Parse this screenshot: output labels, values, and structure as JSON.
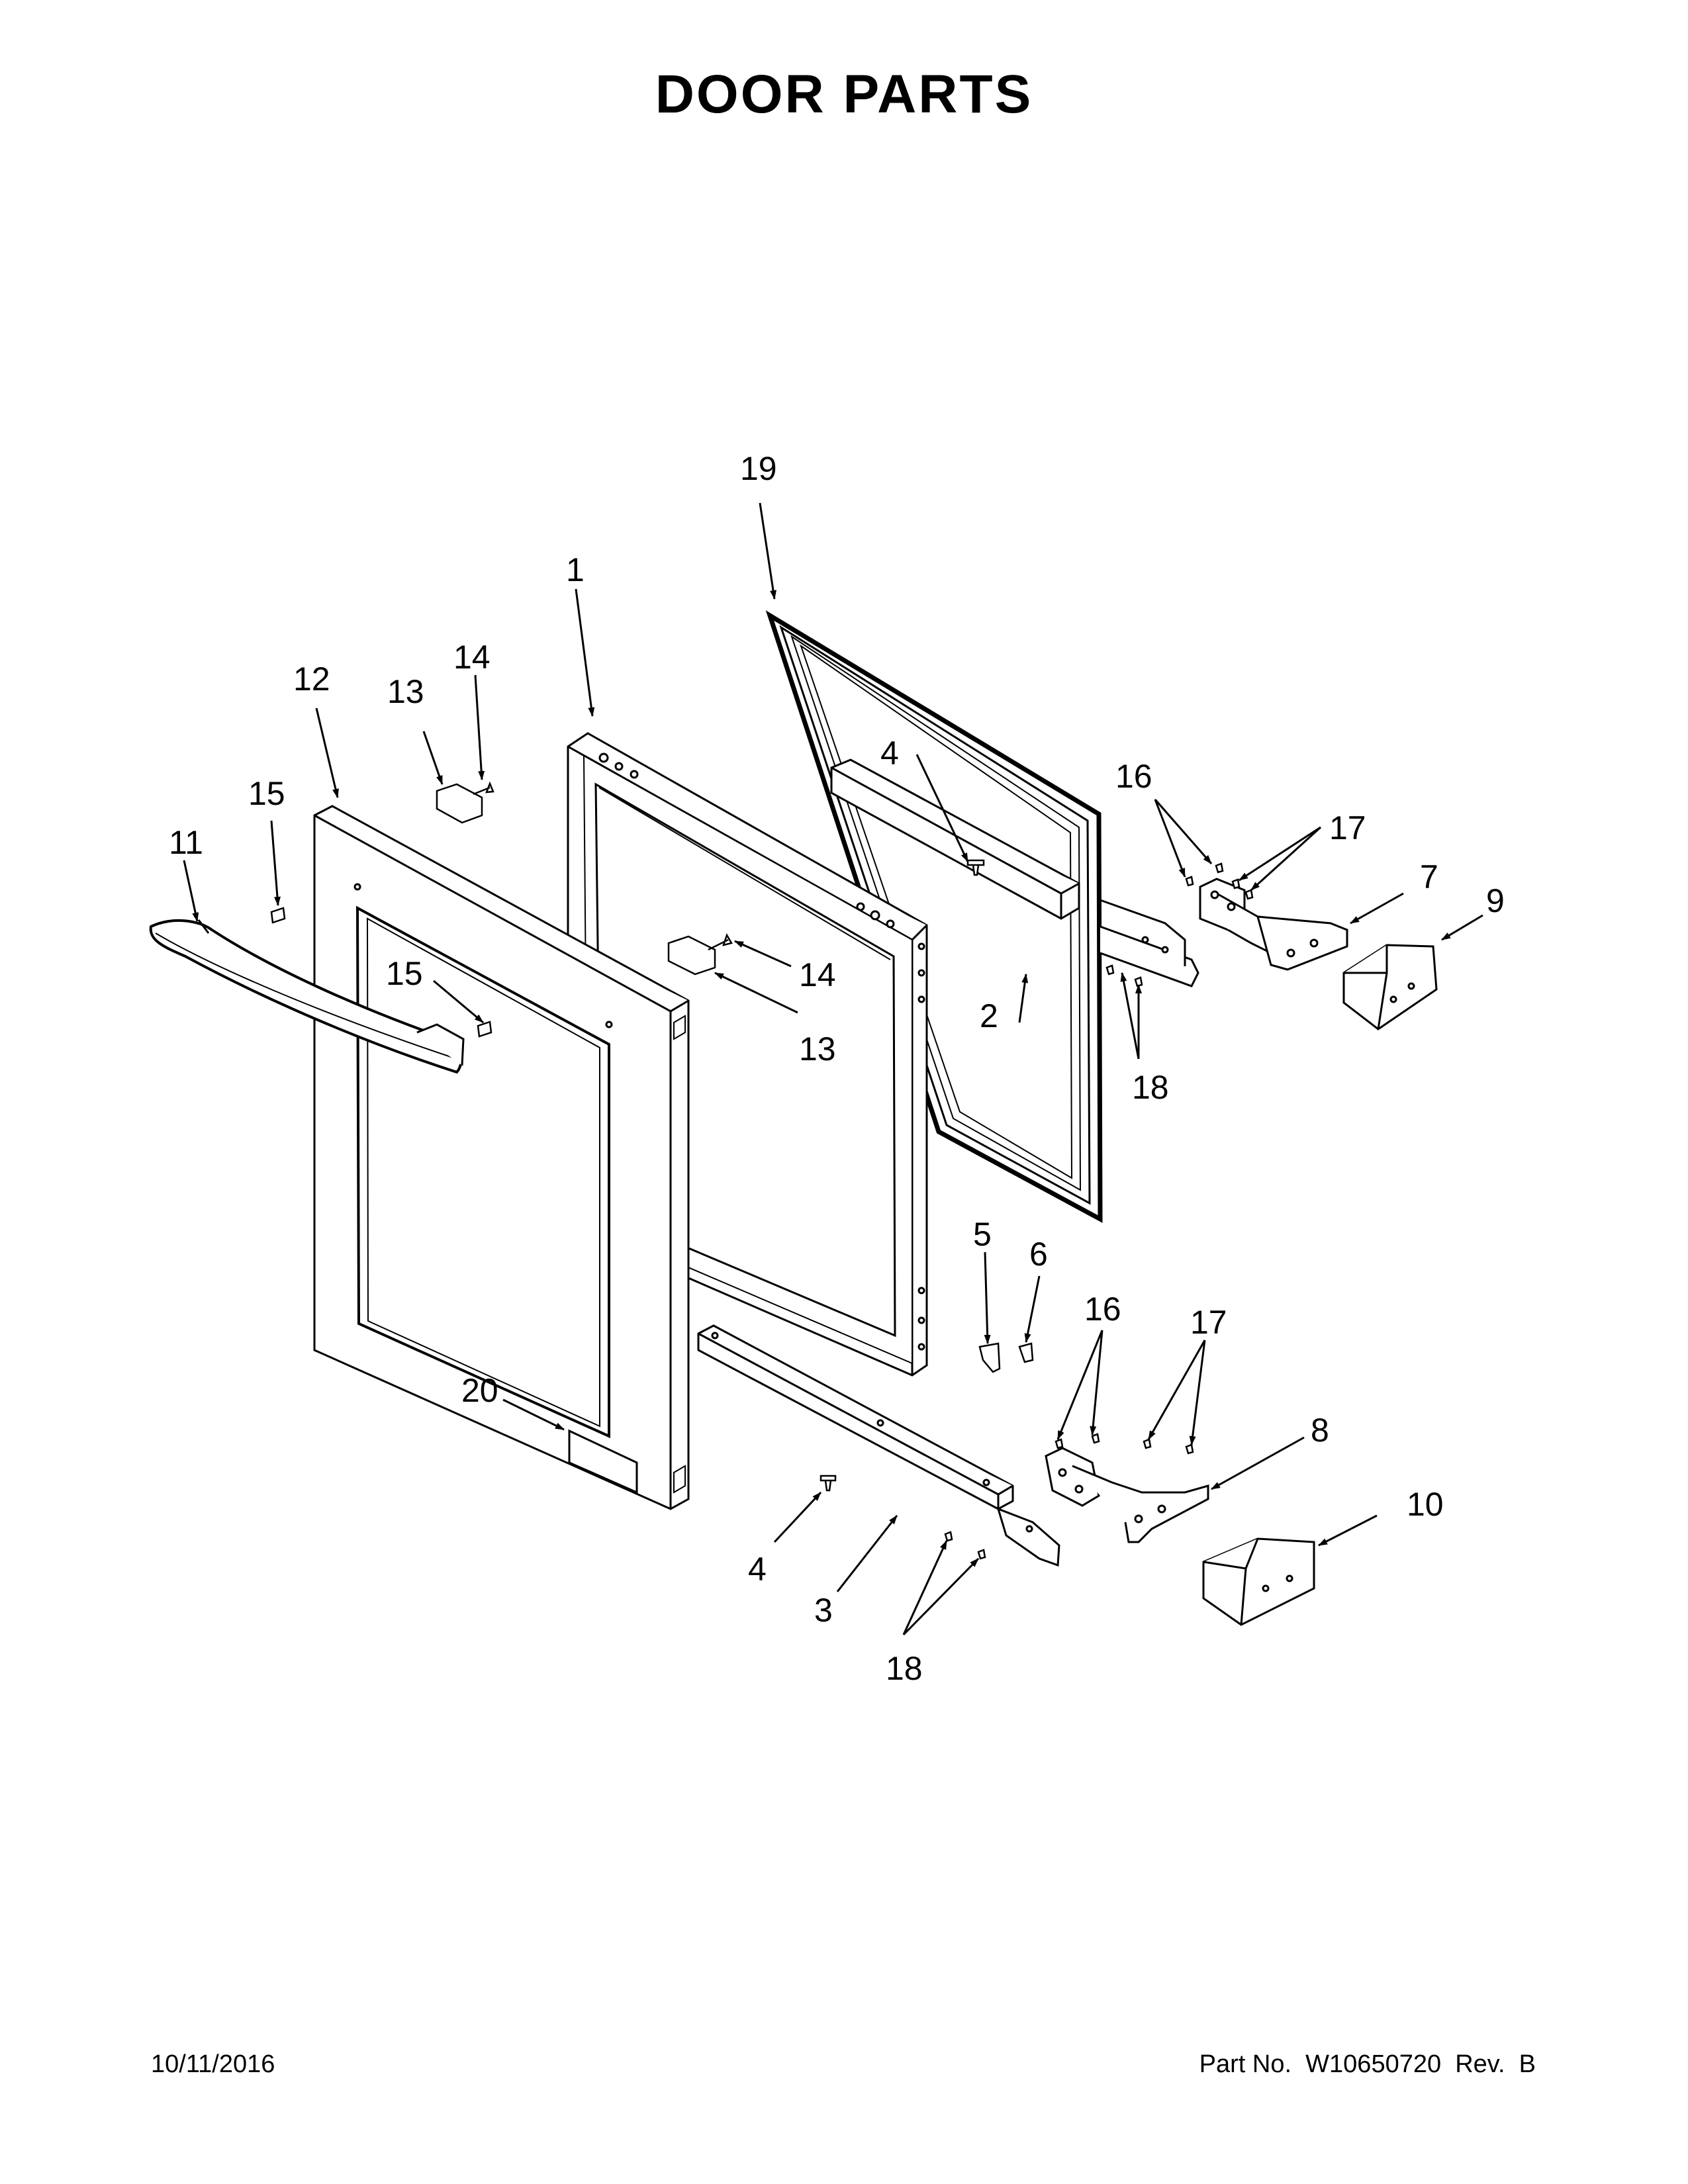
{
  "title": "DOOR PARTS",
  "footer": {
    "date": "10/11/2016",
    "part_number": "Part No.  W10650720  Rev.  B"
  },
  "callouts": {
    "c1": "1",
    "c2": "2",
    "c3": "3",
    "c4a": "4",
    "c4b": "4",
    "c5": "5",
    "c6": "6",
    "c7": "7",
    "c8": "8",
    "c9": "9",
    "c10": "10",
    "c11": "11",
    "c12": "12",
    "c13a": "13",
    "c13b": "13",
    "c14a": "14",
    "c14b": "14",
    "c15a": "15",
    "c15b": "15",
    "c16a": "16",
    "c16b": "16",
    "c17a": "17",
    "c17b": "17",
    "c18a": "18",
    "c18b": "18",
    "c19": "19",
    "c20": "20"
  }
}
